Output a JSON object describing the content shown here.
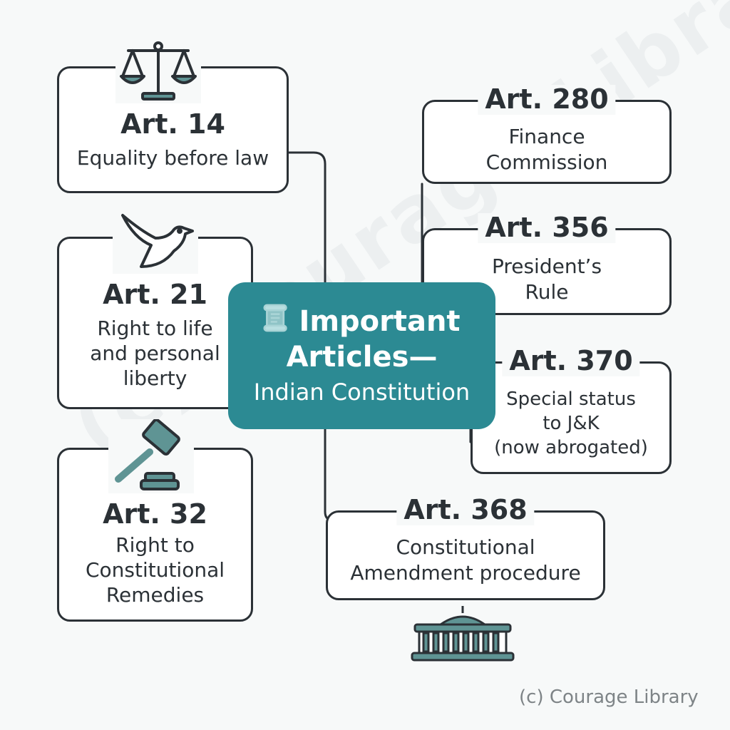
{
  "center": {
    "title_line1": "Important",
    "title_line2": "Articles—",
    "subtitle": "Indian Constitution",
    "icon": "scroll-icon"
  },
  "articles": {
    "art14": {
      "number": "Art. 14",
      "description": "Equality before law",
      "icon": "scales-of-justice-icon"
    },
    "art21": {
      "number": "Art. 21",
      "description": "Right to life\nand personal\nliberty",
      "icon": "dove-icon"
    },
    "art32": {
      "number": "Art. 32",
      "description": "Right to\nConstitutional\nRemedies",
      "icon": "gavel-icon"
    },
    "art280": {
      "number": "Art. 280",
      "description": "Finance\nCommission"
    },
    "art356": {
      "number": "Art. 356",
      "description": "President’s\nRule"
    },
    "art370": {
      "number": "Art. 370",
      "description": "Special status\nto J&K\n(now abrogated)"
    },
    "art368": {
      "number": "Art. 368",
      "description": "Constitutional\nAmendment procedure",
      "icon": "parliament-building-icon"
    }
  },
  "watermark": "(c) Courage Library",
  "credit": "(c) Courage Library",
  "colors": {
    "accent": "#2c8a93",
    "outline": "#2b3136",
    "icon_fill": "#5f9494",
    "text_muted": "#7e8487"
  }
}
